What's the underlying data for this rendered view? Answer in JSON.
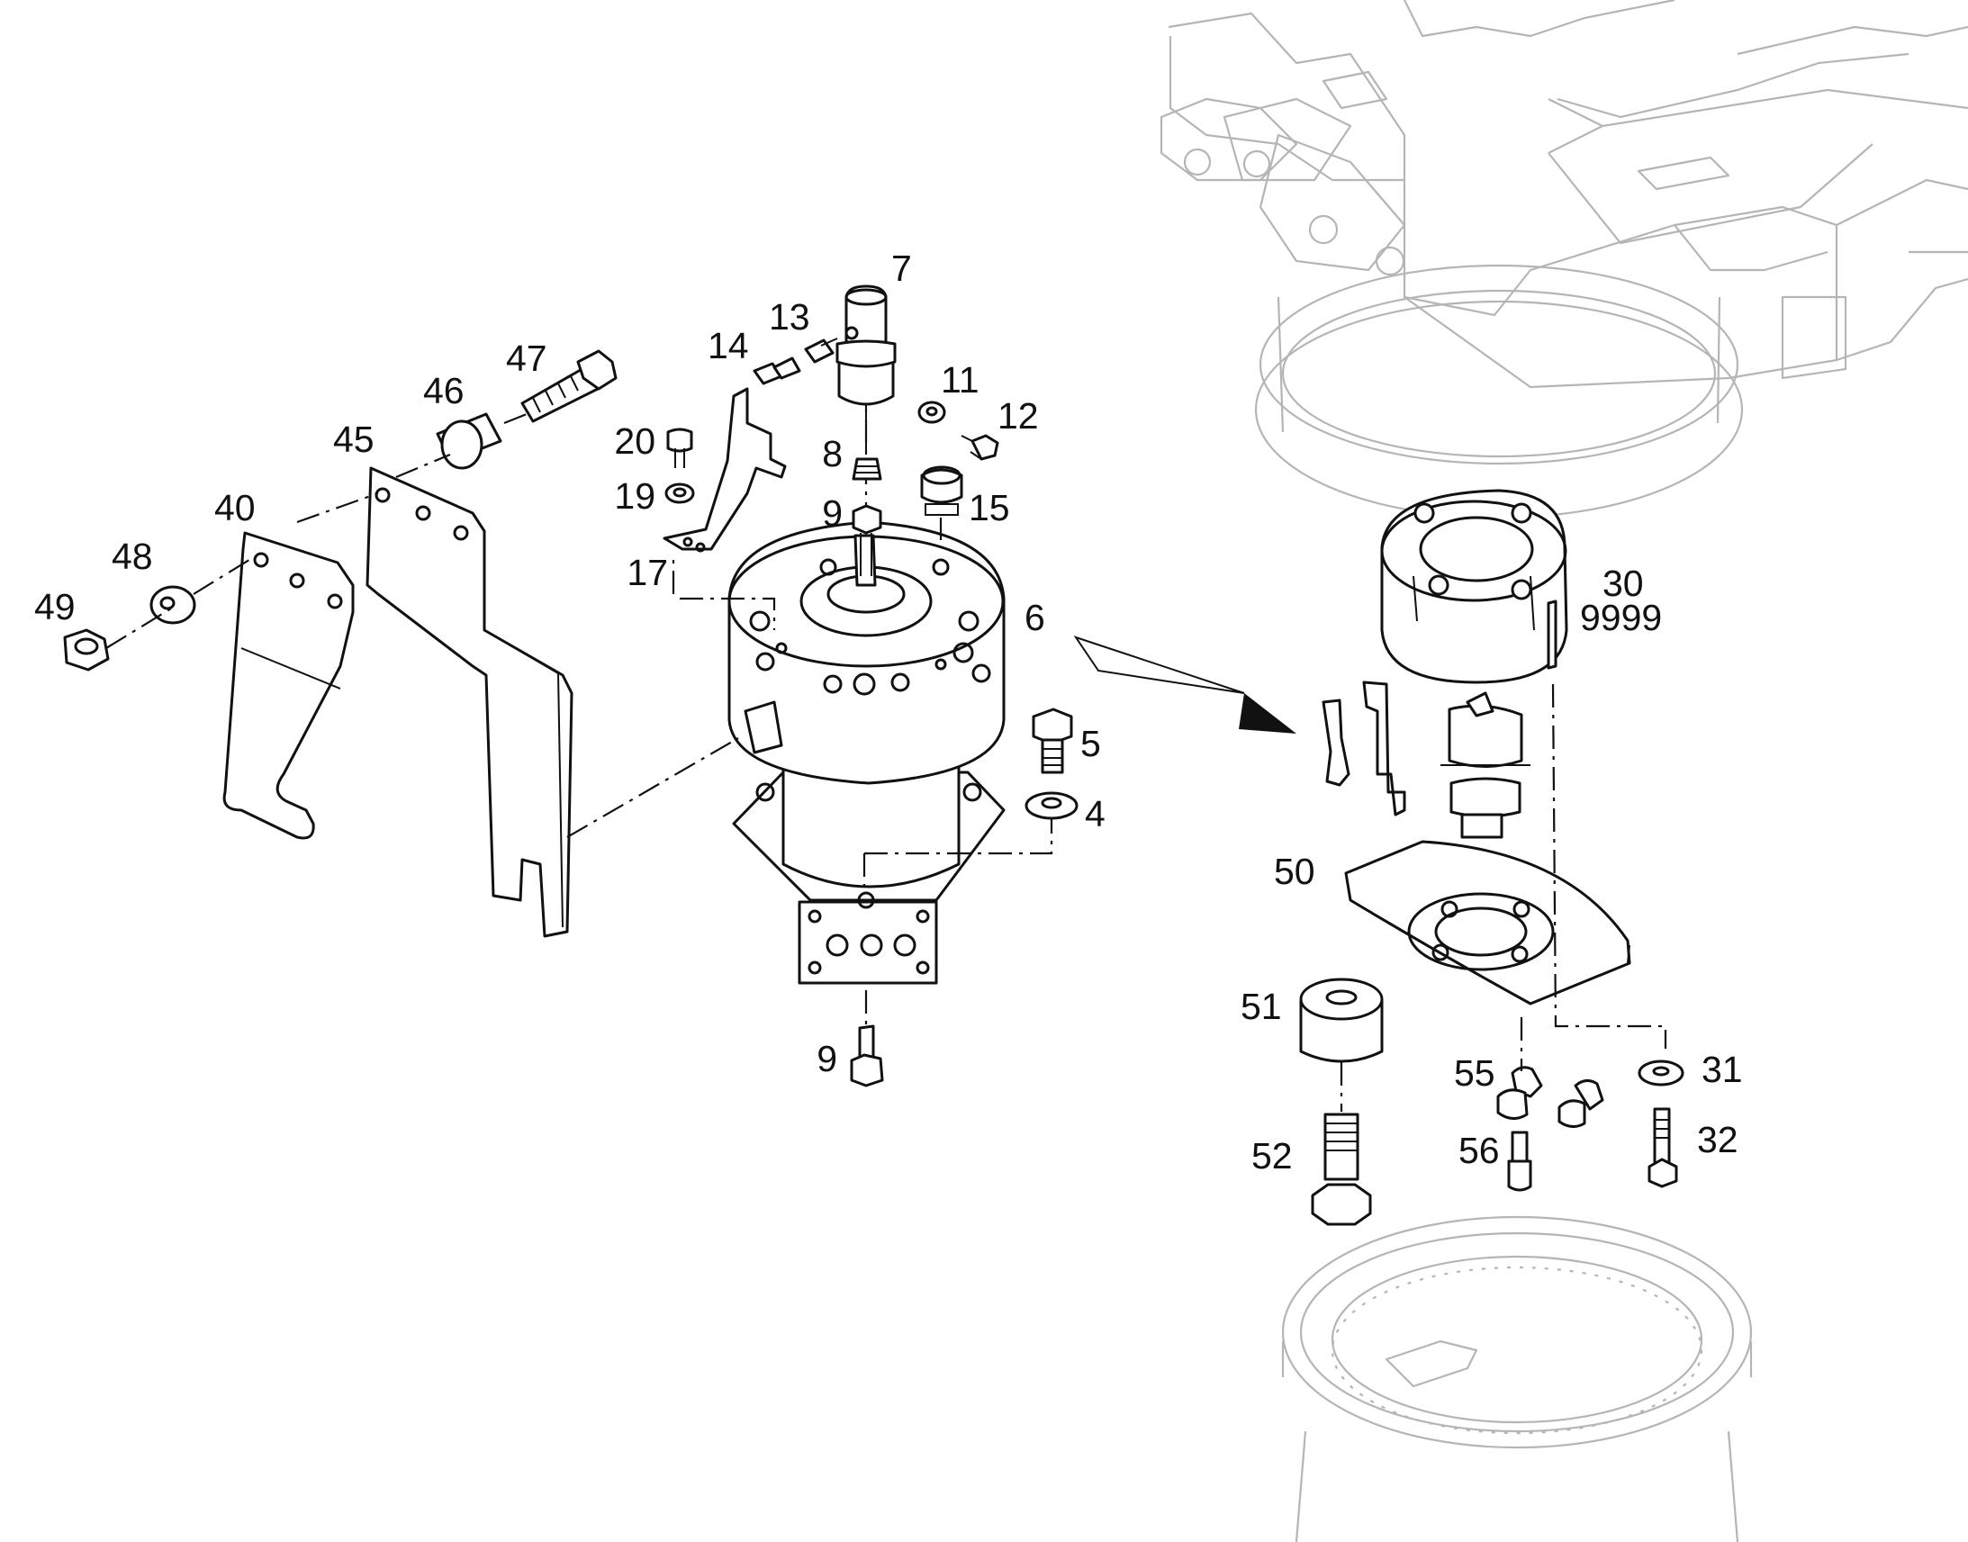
{
  "callouts": {
    "c4": "4",
    "c5": "5",
    "c6": "6",
    "c7": "7",
    "c8": "8",
    "c9_top": "9",
    "c9_bottom": "9",
    "c11": "11",
    "c12": "12",
    "c13": "13",
    "c14": "14",
    "c15": "15",
    "c17": "17",
    "c19": "19",
    "c20": "20",
    "c30": "30",
    "c9999": "9999",
    "c31": "31",
    "c32": "32",
    "c40": "40",
    "c45": "45",
    "c46": "46",
    "c47": "47",
    "c48": "48",
    "c49": "49",
    "c50": "50",
    "c51": "51",
    "c52": "52",
    "c55": "55",
    "c56": "56"
  }
}
